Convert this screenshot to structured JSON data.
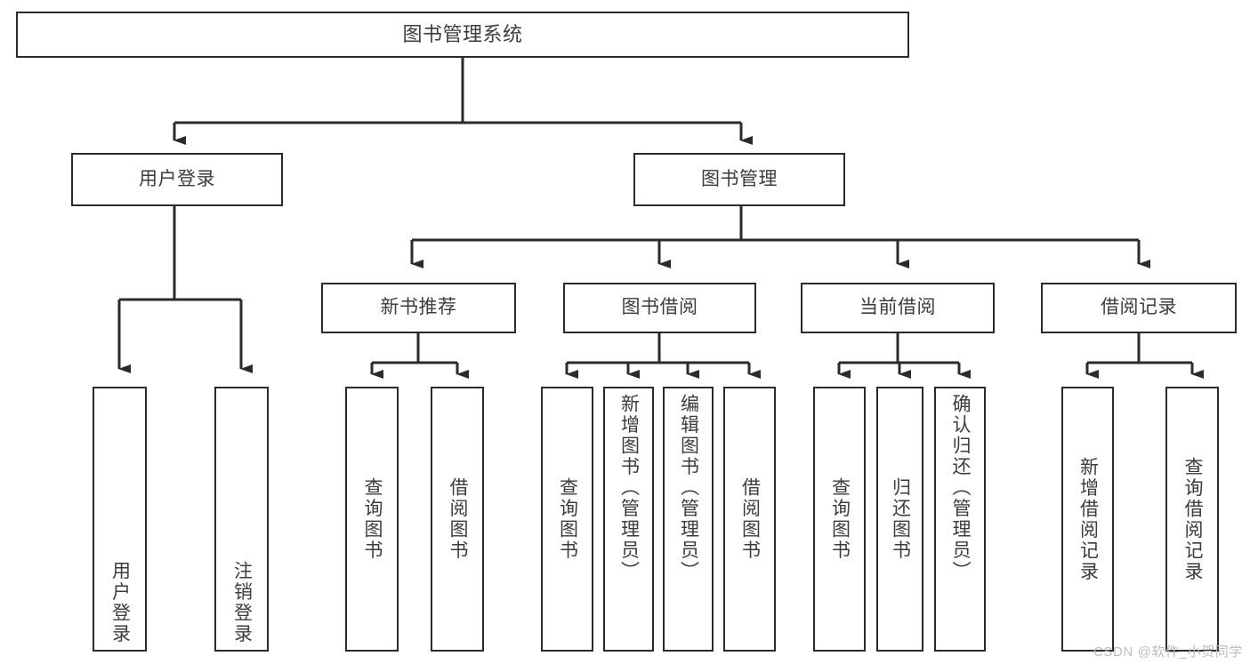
{
  "diagram": {
    "title": "图书管理系统",
    "type": "tree",
    "watermark": "CSDN @软件_小贺同学",
    "colors": {
      "background": "#ffffff",
      "box_border": "#2b2b2b",
      "box_fill": "#ffffff",
      "text": "#3c3c3c",
      "connector": "#2b2b2b",
      "watermark": "#bdbdbd"
    },
    "root": {
      "label": "图书管理系统"
    },
    "level2": [
      {
        "label": "用户登录"
      },
      {
        "label": "图书管理"
      }
    ],
    "level3": [
      {
        "label": "新书推荐"
      },
      {
        "label": "图书借阅"
      },
      {
        "label": "当前借阅"
      },
      {
        "label": "借阅记录"
      }
    ],
    "leaves_user_login": [
      {
        "label": "用户登录"
      },
      {
        "label": "注销登录"
      }
    ],
    "leaves_new_book": [
      {
        "label": "查询图书"
      },
      {
        "label": "借阅图书"
      }
    ],
    "leaves_borrow": [
      {
        "label": "查询图书"
      },
      {
        "label": "新增图书（管理员）"
      },
      {
        "label": "编辑图书（管理员）"
      },
      {
        "label": "借阅图书"
      }
    ],
    "leaves_current": [
      {
        "label": "查询图书"
      },
      {
        "label": "归还图书"
      },
      {
        "label": "确认归还（管理员）"
      }
    ],
    "leaves_record": [
      {
        "label": "新增借阅记录"
      },
      {
        "label": "查询借阅记录"
      }
    ]
  }
}
